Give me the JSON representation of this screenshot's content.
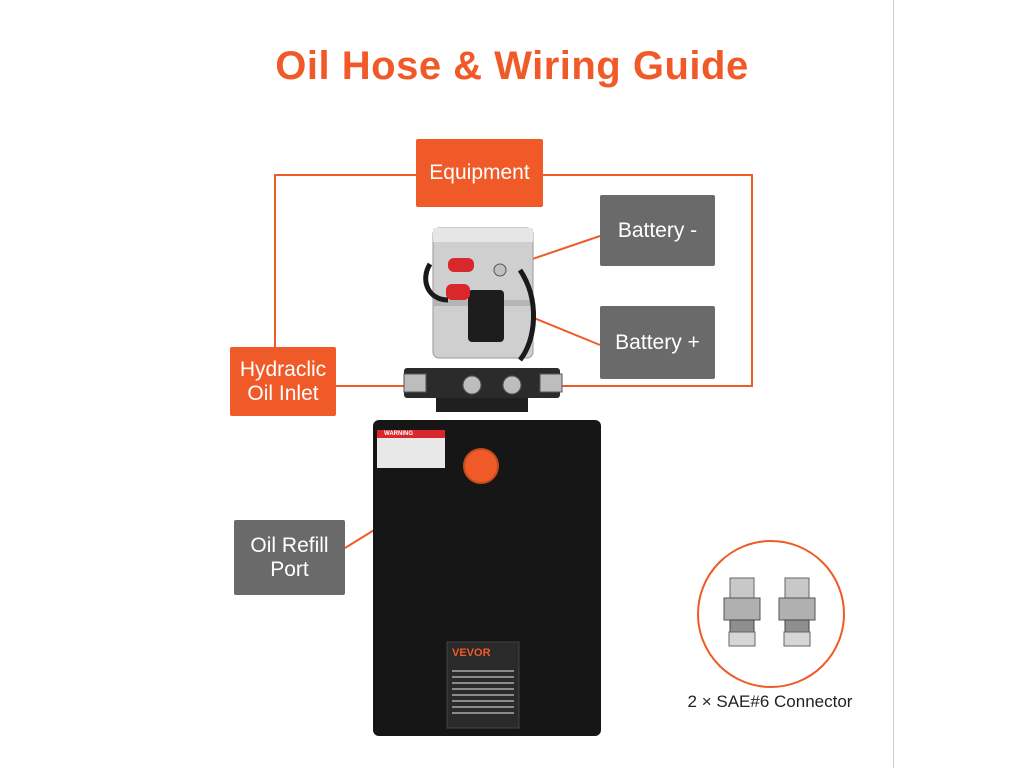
{
  "title": "Oil Hose & Wiring Guide",
  "labels": {
    "equipment": "Equipment",
    "battery_minus": "Battery -",
    "battery_plus": "Battery +",
    "oil_inlet": "Hydraclic Oil Inlet",
    "oil_refill": "Oil Refill Port"
  },
  "product": {
    "brand": "VEVOR",
    "warning": "WARNING"
  },
  "connector_caption": "2 × SAE#6 Connector",
  "colors": {
    "accent": "#f05a28",
    "label_gray": "#6a6a6a",
    "tank": "#161616"
  }
}
